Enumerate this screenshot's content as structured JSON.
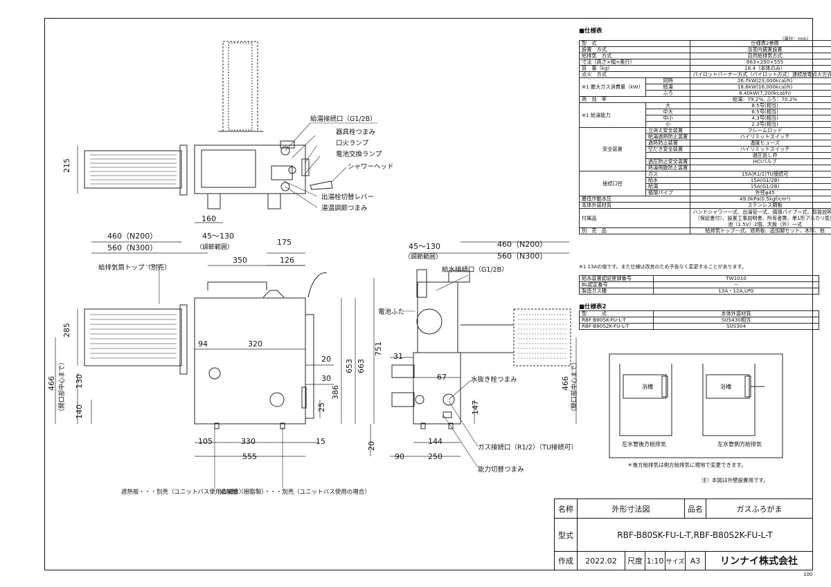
{
  "spec": {
    "heading": "■仕様表",
    "unit": "（単位：mm）",
    "rows": [
      [
        "型",
        "式",
        "仕様表2参照"
      ],
      [
        "設置",
        "方式",
        "浴室内据置設置"
      ],
      [
        "給排気",
        "方式",
        "自然給排気方式"
      ],
      [
        "寸法（高さ×幅×奥行）",
        "",
        "663×250×555"
      ],
      [
        "質",
        "量（kg）",
        "18.4（本体のみ）"
      ],
      [
        "点火",
        "方式",
        "パイロットバーナー方式（パイロット方式：連続放電点火方式）"
      ]
    ],
    "max_gas_label": "※1 最大ガス消費量（kW）",
    "max_gas": [
      [
        "同時",
        "26.7kW(23,000kcal/h)"
      ],
      [
        "給湯",
        "18.6kW(16,000kcal/h)"
      ],
      [
        "ふろ",
        "8.40kW(7,200kcal/h)"
      ]
    ],
    "efficiency": [
      "熱",
      "効",
      "率",
      "給湯：79.2%, ふろ：70.2%"
    ],
    "hot_label": "※1 給湯能力",
    "hot": [
      [
        "大",
        "8.5号(相当)"
      ],
      [
        "中大",
        "6.5号(相当)"
      ],
      [
        "中小",
        "4.3号(相当)"
      ],
      [
        "小",
        "2.3号(相当)"
      ]
    ],
    "safety_label": "安全装置",
    "safety": [
      [
        "立消え安全装置",
        "フレームロッド"
      ],
      [
        "給湯過熱防止装置",
        "ハイリミットスイッチ"
      ],
      [
        "過熱防止装置",
        "温度ヒューズ"
      ],
      [
        "空だき安全装置",
        "ハイリミットスイッチ"
      ],
      [
        "",
        "過圧逃し弁"
      ],
      [
        "過圧防止安全装置",
        "HCIバルブ"
      ],
      [
        "熱湯飛散防止装置",
        ""
      ]
    ],
    "pipe_label": "接続口径",
    "pipes": [
      [
        "ガス",
        "15A(R1/2)TU接続可"
      ],
      [
        "給水",
        "15A(G1/2B)"
      ],
      [
        "給湯",
        "15A(G1/2B)"
      ],
      [
        "循環パイプ",
        "外径φ45"
      ]
    ],
    "min_pressure": [
      "最低作動水圧",
      "49.0kPa(0.5kgf/cm²)"
    ],
    "material": [
      "本体外装材質",
      "ステンレス鋼板"
    ],
    "accessory_label": "付属品",
    "accessory": "ハンドシャワー一式、出湯管一式、循環パイプ一式、取扱説明書（保証書付）、設置工事説明書、所有者票、単1形アルカリ乾電池（1.5V）2個、天板（外）一式",
    "separate": [
      "別",
      "売",
      "品",
      "給排気トップ一式、遮熱板、追加脚セット、木枠、他"
    ],
    "footnote": "※1 13Aの値です。また仕様は改良のため予告なく変更することがあります。",
    "cert": [
      [
        "給水装置認証登録番号",
        "TW1010"
      ],
      [
        "BL認定番号",
        "－"
      ],
      [
        "製造ガス種",
        "13A・12A,LPG"
      ]
    ],
    "heading2": "■仕様表2",
    "spec2_header": [
      "型",
      "式",
      "本体外装材質"
    ],
    "spec2_rows": [
      [
        "RBF-B80SK-FU-L-T",
        "SUS430相当"
      ],
      [
        "RBF-B80S2K-FU-L-T",
        "SUS304"
      ]
    ]
  },
  "inset": {
    "left_caption": "左水管後方給排気",
    "right_caption": "左水管側方給排気",
    "tub_label": "浴槽",
    "note": "＊後方給排気は側方給排気に現地で変更できます。"
  },
  "figure_note": "注）本図は外壁設置用です。",
  "title_block": {
    "name_label": "名称",
    "name": "外形寸法図",
    "product_label": "品名",
    "product": "ガスふろがま",
    "model_label": "型式",
    "model": "RBF-B80SK-FU-L-T,RBF-B80S2K-FU-L-T",
    "made_label": "作成",
    "date": "2022.02",
    "scale_label": "尺度",
    "scale": "1:10",
    "size_label": "サイズ",
    "size": "A3",
    "company": "リンナイ株式会社",
    "page_no": "100"
  },
  "labels": {
    "kyuto": "給湯接続口（G1/2B）",
    "kigu": "器具栓つまみ",
    "kuchibi": "口火ランプ",
    "denchi": "電池交換ランプ",
    "shower": "シャワーヘッド",
    "dettou": "出湯栓切替レバー",
    "yuon": "湯温調節つまみ",
    "kyuhai_top": "給排気筒トップ（別売）",
    "kyusui": "給水接続口（G1/2B）",
    "denchi_futa": "電池ふた",
    "mizunuki": "水抜き栓つまみ",
    "gas": "ガス接続口（R1/2）（TU接続可）",
    "noryoku": "能力切替つまみ",
    "shanetsu": "遮熱板・・・別売（ユニットバス使用の場合）",
    "tsuika": "追加脚（樹脂製）・・・別売（ユニットバス使用の場合）",
    "chosei": "（調節範囲）"
  },
  "dims": {
    "d215": "215",
    "d160": "160",
    "d460n200": "460（N200）",
    "d560n300": "560（N300）",
    "d45_130": "45～130",
    "d175": "175",
    "d350": "350",
    "d126": "126",
    "d285": "285",
    "d94": "94",
    "d320": "320",
    "d20": "20",
    "d30": "30",
    "d466": "466",
    "d466note": "（開口部中心まで）",
    "d130": "130",
    "d140": "140",
    "d25": "25",
    "d386": "386",
    "d653": "653",
    "d663": "663",
    "d751": "751",
    "d105": "105",
    "d330": "330",
    "d15": "15",
    "d555": "555",
    "d31": "31",
    "d67": "67",
    "d147": "147",
    "d144": "144",
    "d90": "90",
    "d250": "250"
  }
}
